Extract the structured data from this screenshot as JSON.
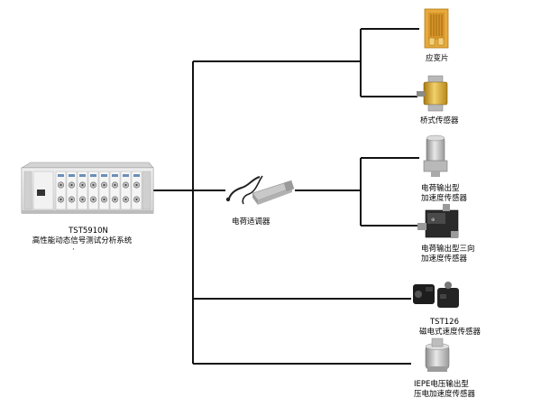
{
  "system": {
    "model": "TST5910N",
    "name": "高性能动态信号测试分析系统",
    "mark": "·"
  },
  "conditioner": {
    "name": "电荷适调器"
  },
  "sensors": [
    {
      "id": "strain-gauge",
      "lines": [
        "应变片"
      ]
    },
    {
      "id": "bridge-sensor",
      "lines": [
        "桥式传感器"
      ]
    },
    {
      "id": "charge-accelerometer",
      "lines": [
        "电荷输出型",
        "加速度传感器"
      ]
    },
    {
      "id": "triaxial-charge-accelerometer",
      "lines": [
        "电荷输出型三向",
        "加速度传感器"
      ]
    },
    {
      "id": "magnetoelectric-velocity",
      "lines": [
        "TST126",
        "磁电式速度传感器"
      ]
    },
    {
      "id": "iepe-accelerometer",
      "lines": [
        "IEPE电压输出型",
        "压电加速度传感器"
      ]
    }
  ]
}
